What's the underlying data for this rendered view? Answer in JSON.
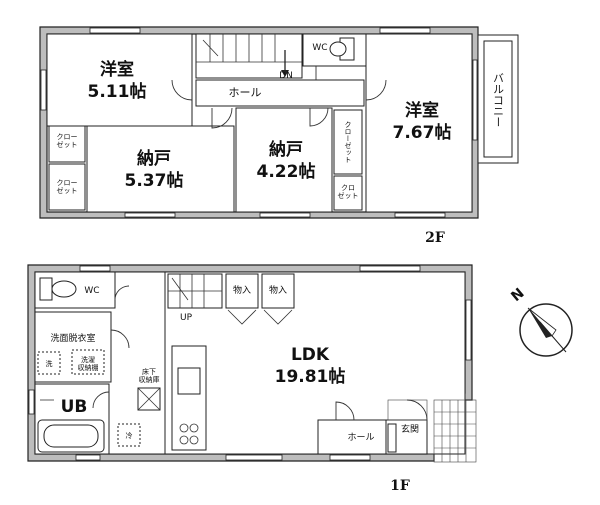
{
  "floor2": {
    "label": "2F",
    "rooms": {
      "western1": {
        "name": "洋室",
        "area": "5.11帖"
      },
      "western2": {
        "name": "洋室",
        "area": "7.67帖"
      },
      "storage1": {
        "name": "納戸",
        "area": "5.37帖"
      },
      "storage2": {
        "name": "納戸",
        "area": "4.22帖"
      },
      "hall": "ホール",
      "wc": "WC",
      "balcony": "バルコニー",
      "closet1": "クロー\nゼット",
      "closet2": "クロー\nゼット",
      "closet3": "クローゼット",
      "closet4": "クロ\nゼット",
      "stairs_dn": "DN"
    }
  },
  "floor1": {
    "label": "1F",
    "rooms": {
      "ldk": {
        "name": "LDK",
        "area": "19.81帖"
      },
      "wc": "WC",
      "washroom": "洗面脱衣室",
      "bath": "UB",
      "storage_a": "物入",
      "storage_b": "物入",
      "stairs_up": "UP",
      "hall": "ホール",
      "entrance": "玄関",
      "underfloor": "床下\n収納庫",
      "laundry": "洗",
      "fridge": "冷",
      "linen": "洗濯\n収納棚"
    }
  },
  "compass": {
    "direction": "N"
  }
}
